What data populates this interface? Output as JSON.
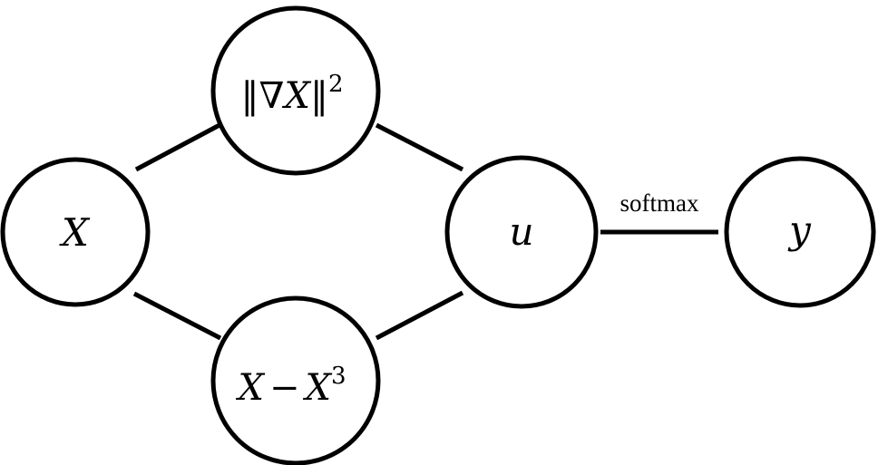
{
  "nodes": {
    "x": {
      "label": "X"
    },
    "grad": {
      "open": "‖∇",
      "var": "X",
      "close": "‖",
      "exp": "2"
    },
    "poly": {
      "var1": "X",
      "op": "−",
      "var2": "X",
      "exp": "3"
    },
    "u": {
      "label": "u"
    },
    "y": {
      "label": "y"
    }
  },
  "edges": {
    "softmax_label": "softmax"
  }
}
